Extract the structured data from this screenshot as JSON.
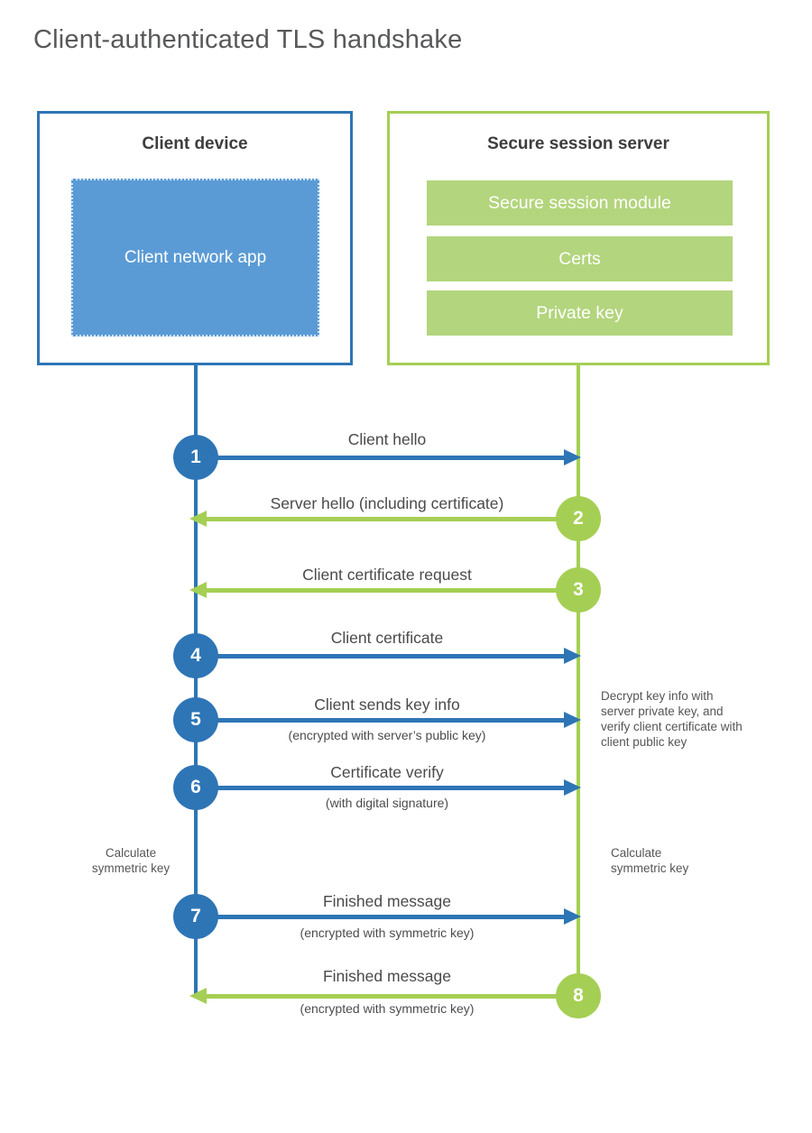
{
  "title": "Client-authenticated TLS handshake",
  "colors": {
    "blue_accent": "#2e75b6",
    "blue_fill": "#5b9bd5",
    "green_accent": "#a5cf54",
    "green_fill": "#b3d57d",
    "heading_text": "#3d3d3d",
    "label_text": "#4a4a4a",
    "title_text": "#58595b"
  },
  "client": {
    "title": "Client device",
    "app_label": "Client network app"
  },
  "server": {
    "title": "Secure session server",
    "modules": [
      "Secure session module",
      "Certs",
      "Private key"
    ]
  },
  "steps": [
    {
      "number": "1",
      "label": "Client hello",
      "sublabel": "",
      "direction": "client-to-server"
    },
    {
      "number": "2",
      "label": "Server hello (including certificate)",
      "sublabel": "",
      "direction": "server-to-client"
    },
    {
      "number": "3",
      "label": "Client certificate request",
      "sublabel": "",
      "direction": "server-to-client"
    },
    {
      "number": "4",
      "label": "Client certificate",
      "sublabel": "",
      "direction": "client-to-server"
    },
    {
      "number": "5",
      "label": "Client sends key info",
      "sublabel": "(encrypted with server’s public key)",
      "direction": "client-to-server"
    },
    {
      "number": "6",
      "label": "Certificate verify",
      "sublabel": "(with digital signature)",
      "direction": "client-to-server"
    },
    {
      "number": "7",
      "label": "Finished message",
      "sublabel": "(encrypted with symmetric key)",
      "direction": "client-to-server"
    },
    {
      "number": "8",
      "label": "Finished message",
      "sublabel": "(encrypted with symmetric key)",
      "direction": "server-to-client"
    }
  ],
  "notes": {
    "server_decrypt": "Decrypt key info with server private key, and verify client certificate with client public key",
    "client_calculate": "Calculate symmetric key",
    "server_calculate": "Calculate symmetric key"
  }
}
